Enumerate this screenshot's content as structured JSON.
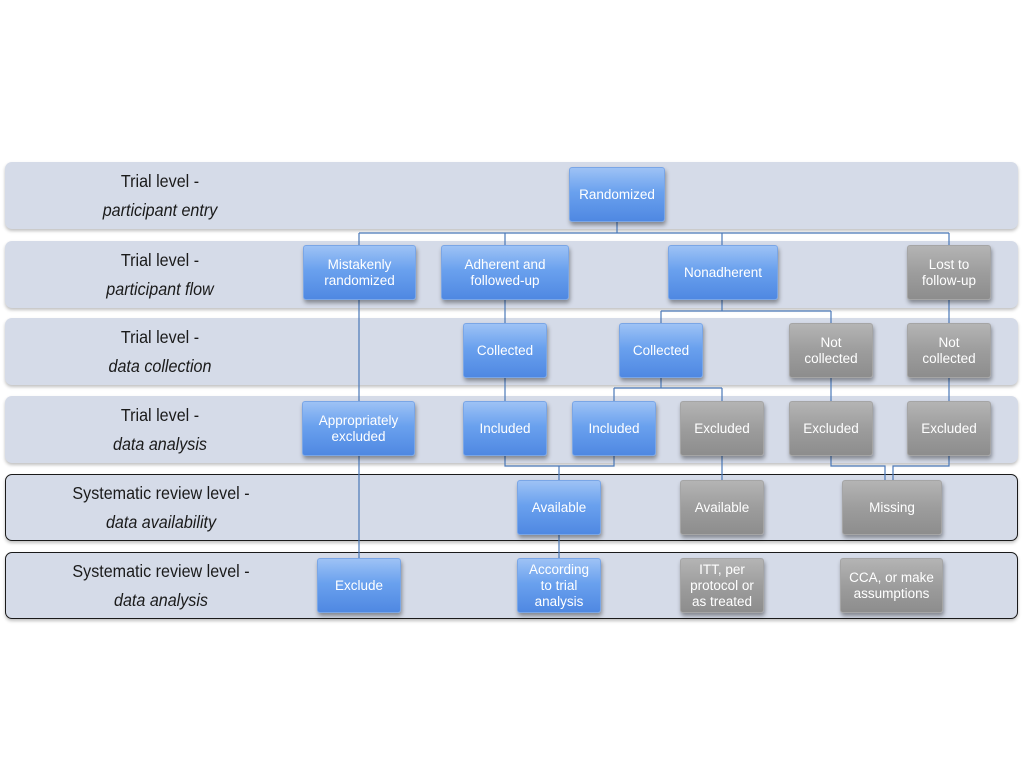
{
  "bands": [
    {
      "title": "Trial level -",
      "subtitle": "participant entry"
    },
    {
      "title": "Trial level -",
      "subtitle": "participant flow"
    },
    {
      "title": "Trial level -",
      "subtitle": "data collection"
    },
    {
      "title": "Trial level -",
      "subtitle": "data analysis"
    },
    {
      "title": "Systematic review level -",
      "subtitle": "data availability"
    },
    {
      "title": "Systematic review level -",
      "subtitle": "data analysis"
    }
  ],
  "nodes": {
    "randomized": "Randomized",
    "mistakenly_randomized": "Mistakenly\nrandomized",
    "adherent_followed_up": "Adherent and\nfollowed-up",
    "nonadherent": "Nonadherent",
    "lost_to_follow_up": "Lost to\nfollow-up",
    "collected_adherent": "Collected",
    "collected_nonadherent": "Collected",
    "not_collected_nonadherent": "Not\ncollected",
    "not_collected_lost": "Not\ncollected",
    "appropriately_excluded": "Appropriately\nexcluded",
    "included_adherent": "Included",
    "included_nonadherent": "Included",
    "excluded_nonadherent": "Excluded",
    "excluded_not_collected": "Excluded",
    "excluded_lost": "Excluded",
    "available_blue": "Available",
    "available_gray": "Available",
    "missing": "Missing",
    "exclude": "Exclude",
    "according_to_trial_analysis": "According\nto trial\nanalysis",
    "itt_per_protocol": "ITT, per\nprotocol or\nas treated",
    "cca_or_make_assumptions": "CCA, or  make\nassumptions"
  },
  "colors": {
    "band": "#d5dbe8",
    "node_blue": "#6aa1ee",
    "node_gray": "#9d9d9d",
    "connector": "#4a78b8"
  }
}
